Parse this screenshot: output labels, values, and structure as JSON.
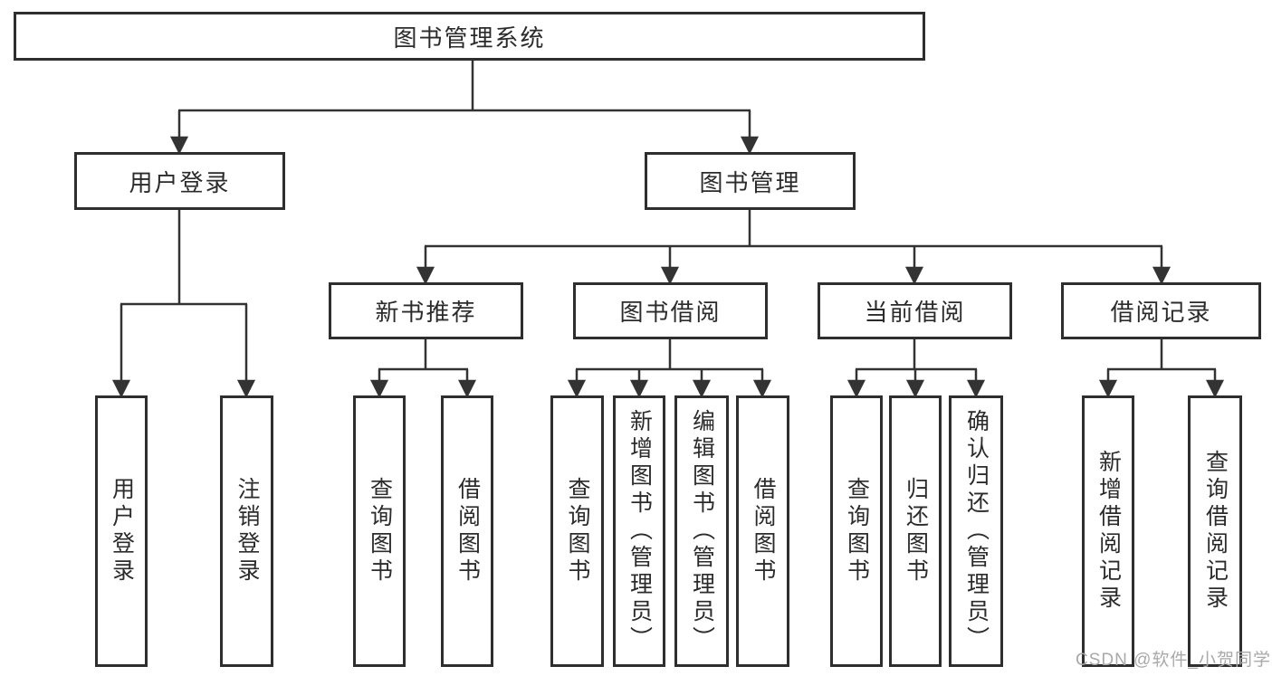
{
  "diagram": {
    "nodes": {
      "root": "图书管理系统",
      "user_login": "用户登录",
      "book_management": "图书管理",
      "new_book_recommend": "新书推荐",
      "book_borrowing": "图书借阅",
      "current_borrowing": "当前借阅",
      "borrowing_records": "借阅记录",
      "ul_user_login": "用户登录",
      "ul_logout": "注销登录",
      "nr_query_books": "查询图书",
      "nr_borrow_books": "借阅图书",
      "bb_query_books": "查询图书",
      "bb_add_books": "新增图书（管理员）",
      "bb_edit_books": "编辑图书（管理员）",
      "bb_borrow_books": "借阅图书",
      "cb_query_books": "查询图书",
      "cb_return_books": "归还图书",
      "cb_confirm_return": "确认归还（管理员）",
      "br_add_record": "新增借阅记录",
      "br_query_record": "查询借阅记录"
    },
    "colors": {
      "line": "#333333",
      "box_border": "#2e2e2e",
      "text": "#2b2b2b",
      "watermark_gray": "#a9a9a9",
      "background": "#ffffff"
    }
  },
  "watermark": {
    "text": "CSDN @软件_小贺同学"
  }
}
